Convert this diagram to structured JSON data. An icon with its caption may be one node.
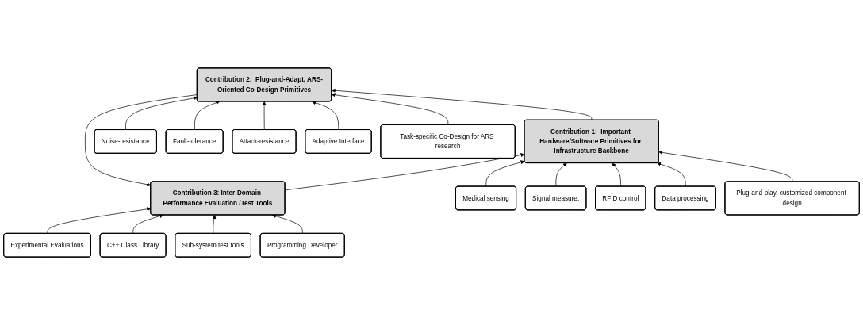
{
  "diagram": {
    "nodes": [
      {
        "text": [
          "Contribution 3: Inter-Domain Performance Evaluation /Test Tools"
        ]
      },
      {
        "text": [
          "Programming Developer"
        ]
      },
      {
        "text": [
          "Sub-system test tools"
        ]
      },
      {
        "text": [
          "C++ Class Library"
        ]
      },
      {
        "text": [
          "Experimental Evaluations"
        ]
      },
      {
        "text": [
          "Contribution 1:  Important Hardware/Software Primitives for Infrastructure Backbone"
        ]
      },
      {
        "text": [
          "Contribution 2:  Plug-and-Adapt, ARS-Oriented Co-Design Primitives"
        ]
      },
      {
        "text": [
          "Medical sensing"
        ]
      },
      {
        "text": [
          "Signal measure."
        ]
      },
      {
        "text": [
          "RFID control"
        ]
      },
      {
        "text": [
          "Data processing"
        ]
      },
      {
        "text": [
          "Plug-and-play, customized component design"
        ]
      },
      {
        "text": [
          "Noise-resistance"
        ]
      },
      {
        "text": [
          "Fault-tolerance"
        ]
      },
      {
        "text": [
          "Attack-resistance"
        ]
      },
      {
        "text": [
          "Adaptive Interface"
        ]
      },
      {
        "text": [
          "Task-specific Co-Design for ARS research"
        ]
      }
    ],
    "edges": [
      {
        "from": 0,
        "to": 5,
        "arrow": "to"
      },
      {
        "from": 5,
        "to": 6,
        "arrow": "to"
      },
      {
        "from": 6,
        "to": 0,
        "arrow": "to"
      },
      {
        "from": 1,
        "to": 0,
        "arrow": "to"
      },
      {
        "from": 2,
        "to": 0,
        "arrow": "to"
      },
      {
        "from": 3,
        "to": 0,
        "arrow": "to"
      },
      {
        "from": 4,
        "to": 0,
        "arrow": "to"
      },
      {
        "from": 7,
        "to": 5,
        "arrow": "to"
      },
      {
        "from": 8,
        "to": 5,
        "arrow": "to"
      },
      {
        "from": 9,
        "to": 5,
        "arrow": "to"
      },
      {
        "from": 10,
        "to": 5,
        "arrow": "to"
      },
      {
        "from": 11,
        "to": 5,
        "arrow": "to"
      },
      {
        "from": 12,
        "to": 6,
        "arrow": "to"
      },
      {
        "from": 13,
        "to": 6,
        "arrow": "to"
      },
      {
        "from": 14,
        "to": 6,
        "arrow": "to"
      },
      {
        "from": 15,
        "to": 6,
        "arrow": "to"
      },
      {
        "from": 16,
        "to": 6,
        "arrow": "to"
      }
    ]
  }
}
